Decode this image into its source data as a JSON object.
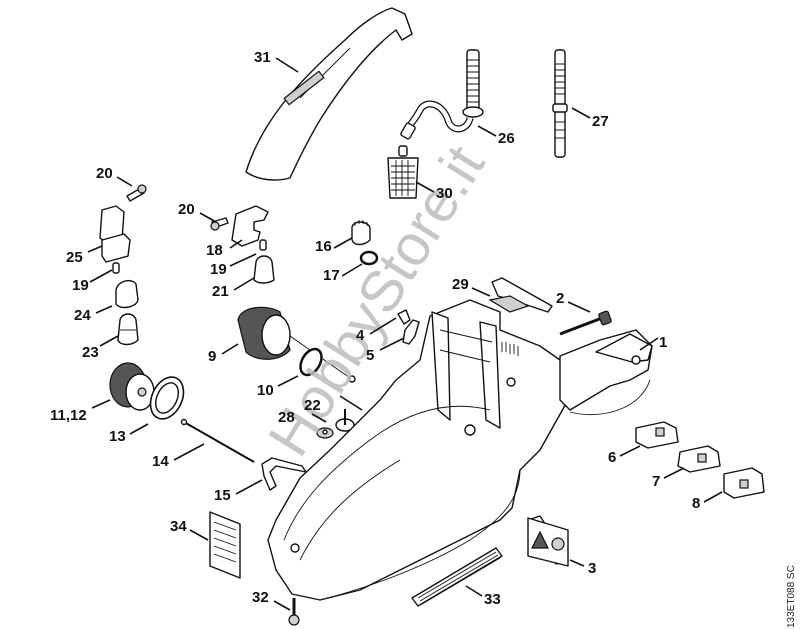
{
  "diagram": {
    "title": "Exploded parts diagram",
    "reference_code": "133ET088 SC",
    "watermark": "HobbyStore.it",
    "callouts": [
      {
        "id": "c1",
        "label": "1",
        "part": "rear-handle"
      },
      {
        "id": "c2",
        "label": "2",
        "part": "bolt"
      },
      {
        "id": "c3",
        "label": "3",
        "part": "warning-decal"
      },
      {
        "id": "c4",
        "label": "4",
        "part": "clip"
      },
      {
        "id": "c5",
        "label": "5",
        "part": "spring-clip"
      },
      {
        "id": "c6",
        "label": "6",
        "part": "switch-slider"
      },
      {
        "id": "c7",
        "label": "7",
        "part": "switch-slider"
      },
      {
        "id": "c8",
        "label": "8",
        "part": "switch-slider"
      },
      {
        "id": "c9",
        "label": "9",
        "part": "oil-pump"
      },
      {
        "id": "c10",
        "label": "10",
        "part": "o-ring"
      },
      {
        "id": "c11_12",
        "label": "11,12",
        "part": "cap"
      },
      {
        "id": "c13",
        "label": "13",
        "part": "seal-ring"
      },
      {
        "id": "c14",
        "label": "14",
        "part": "throttle-rod"
      },
      {
        "id": "c15",
        "label": "15",
        "part": "lever"
      },
      {
        "id": "c16",
        "label": "16",
        "part": "valve"
      },
      {
        "id": "c17",
        "label": "17",
        "part": "o-ring"
      },
      {
        "id": "c18",
        "label": "18",
        "part": "shaft-housing"
      },
      {
        "id": "c19a",
        "label": "19",
        "part": "pin"
      },
      {
        "id": "c19b",
        "label": "19",
        "part": "pin"
      },
      {
        "id": "c20a",
        "label": "20",
        "part": "screw"
      },
      {
        "id": "c20b",
        "label": "20",
        "part": "screw"
      },
      {
        "id": "c21",
        "label": "21",
        "part": "knob"
      },
      {
        "id": "c22",
        "label": "22",
        "part": "damper"
      },
      {
        "id": "c23",
        "label": "23",
        "part": "knob"
      },
      {
        "id": "c24",
        "label": "24",
        "part": "lever-knob"
      },
      {
        "id": "c25",
        "label": "25",
        "part": "choke-lever"
      },
      {
        "id": "c26",
        "label": "26",
        "part": "fuel-hose"
      },
      {
        "id": "c27",
        "label": "27",
        "part": "impulse-hose"
      },
      {
        "id": "c28",
        "label": "28",
        "part": "grommet"
      },
      {
        "id": "c29",
        "label": "29",
        "part": "cover-plate"
      },
      {
        "id": "c30",
        "label": "30",
        "part": "fuel-filter"
      },
      {
        "id": "c31",
        "label": "31",
        "part": "handle-bar"
      },
      {
        "id": "c32",
        "label": "32",
        "part": "screw"
      },
      {
        "id": "c33",
        "label": "33",
        "part": "grip-strip"
      },
      {
        "id": "c34",
        "label": "34",
        "part": "label-plate"
      }
    ]
  }
}
